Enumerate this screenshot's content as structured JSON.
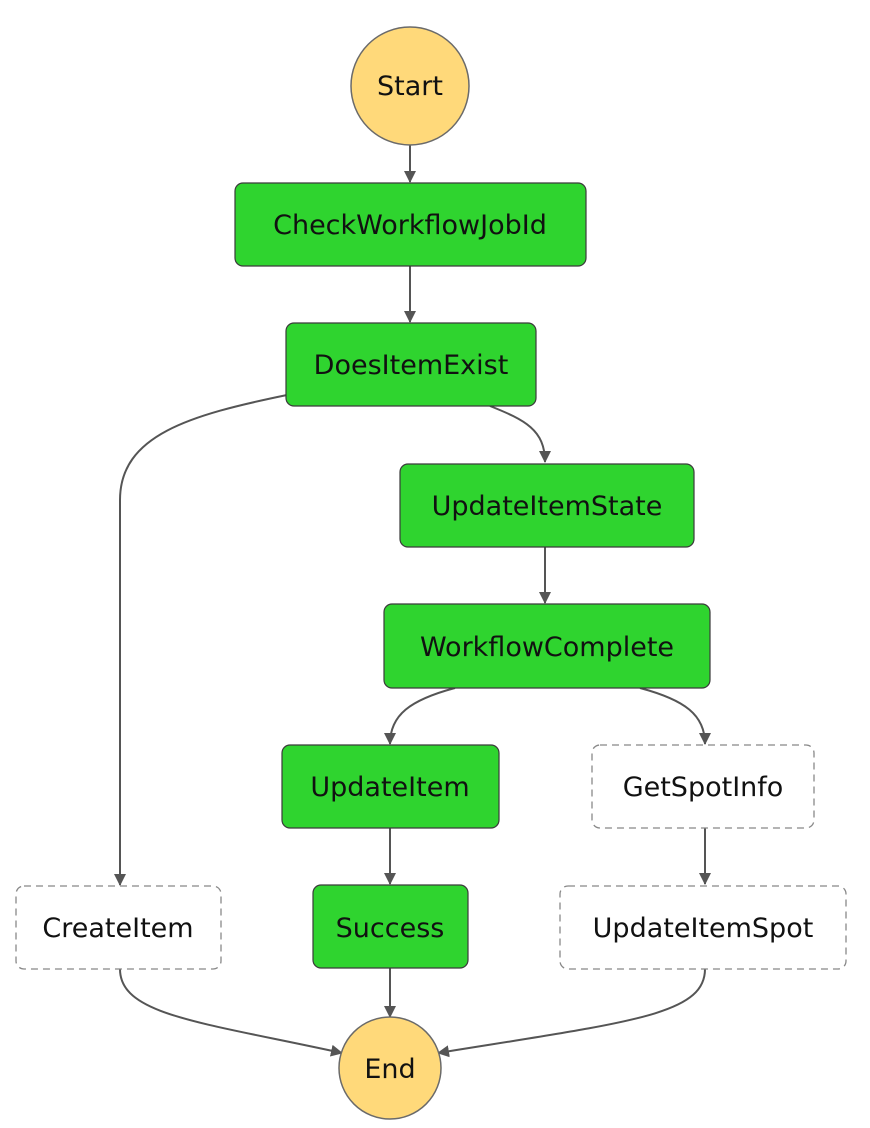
{
  "colors": {
    "task_fill": "#2fd42f",
    "task_stroke": "#3a3a3a",
    "terminal_fill": "#ffd97a",
    "terminal_stroke": "#6a6a6a",
    "dashed_fill": "#ffffff",
    "dashed_stroke": "#888888",
    "edge": "#555555"
  },
  "nodes": {
    "start": "Start",
    "check_workflow_job_id": "CheckWorkflowJobId",
    "does_item_exist": "DoesItemExist",
    "update_item_state": "UpdateItemState",
    "workflow_complete": "WorkflowComplete",
    "update_item": "UpdateItem",
    "get_spot_info": "GetSpotInfo",
    "create_item": "CreateItem",
    "success": "Success",
    "update_item_spot": "UpdateItemSpot",
    "end": "End"
  }
}
